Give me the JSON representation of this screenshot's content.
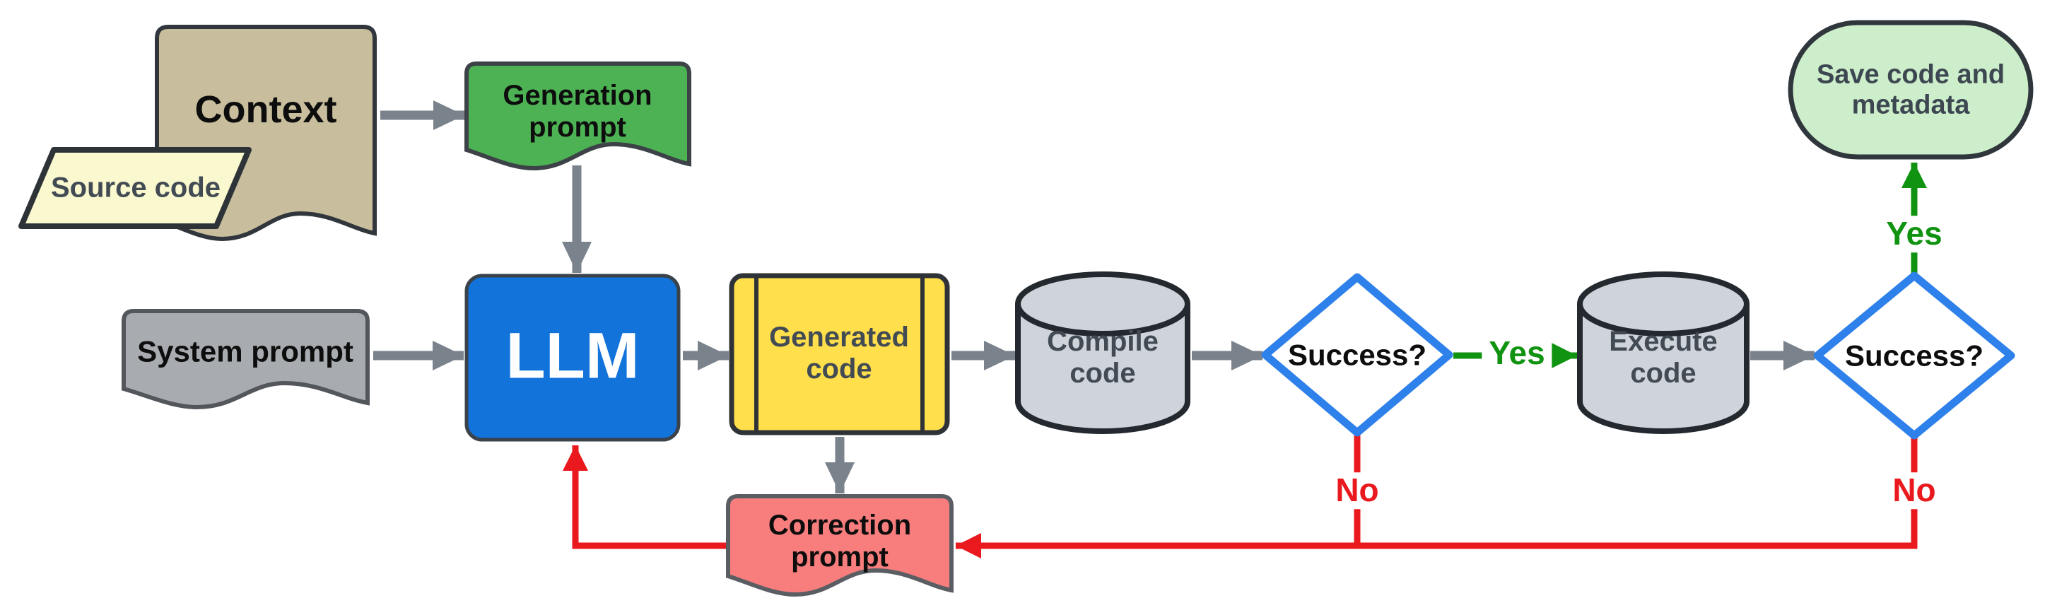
{
  "diagram": {
    "nodes": {
      "context": {
        "label": "Context",
        "fill": "#C8BE9D",
        "shape": "document"
      },
      "source_code": {
        "label": "Source code",
        "fill": "#FAF8CE",
        "shape": "parallelogram"
      },
      "generation_prompt": {
        "label": "Generation prompt",
        "fill": "#4DB254",
        "shape": "document"
      },
      "system_prompt": {
        "label": "System prompt",
        "fill": "#A8ABAF",
        "shape": "document"
      },
      "llm": {
        "label": "LLM",
        "fill": "#1273DB",
        "shape": "rounded-rect"
      },
      "generated_code": {
        "label": "Generated code",
        "fill": "#FFDF4B",
        "shape": "predefined-process"
      },
      "compile_code": {
        "label": "Compile code",
        "fill": "#CFD4DB",
        "shape": "cylinder"
      },
      "success_1": {
        "label": "Success?",
        "fill": "#FFFFFF",
        "shape": "diamond"
      },
      "execute_code": {
        "label": "Execute code",
        "fill": "#CFD4DB",
        "shape": "cylinder"
      },
      "success_2": {
        "label": "Success?",
        "fill": "#FFFFFF",
        "shape": "diamond"
      },
      "save_code": {
        "label": "Save code and metadata",
        "fill": "#CDEECB",
        "shape": "stadium"
      },
      "correction_prompt": {
        "label": "Correction prompt",
        "fill": "#F87D7D",
        "shape": "document"
      }
    },
    "edge_labels": {
      "yes1": "Yes",
      "yes2": "Yes",
      "no1": "No",
      "no2": "No"
    },
    "colors": {
      "arrow_gray": "#7A828C",
      "arrow_red": "#E9191D",
      "arrow_green": "#109310",
      "decision_border_blue": "#2E80EA",
      "yes_text": "#109310",
      "no_text": "#E9191D"
    }
  }
}
